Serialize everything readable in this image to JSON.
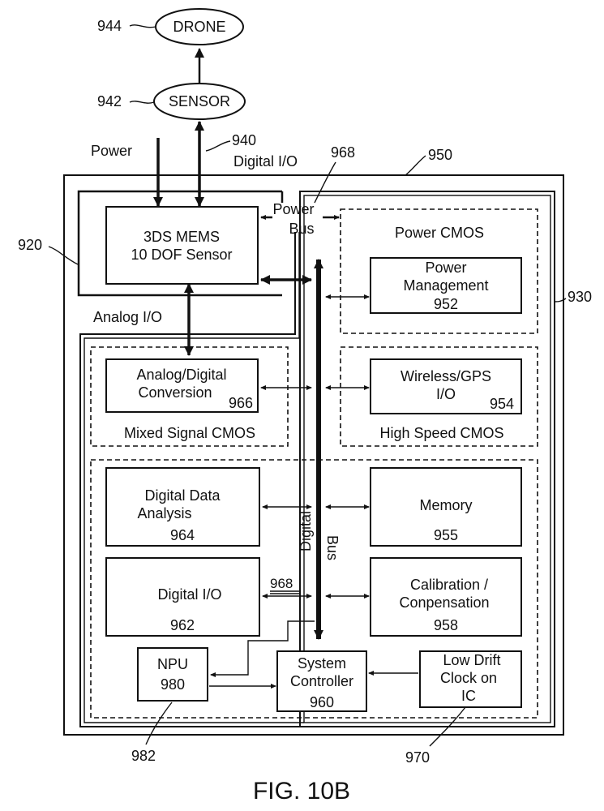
{
  "nodes": {
    "drone": {
      "label": "DRONE",
      "ref": "944"
    },
    "sensor": {
      "label": "SENSOR",
      "ref": "942"
    }
  },
  "labels": {
    "power": "Power",
    "ref_940": "940",
    "digital_io_top": "Digital I/O",
    "ref_968_top": "968",
    "ref_950": "950",
    "power_bus": [
      "Power",
      "Bus"
    ],
    "ref_920": "920",
    "ref_930": "930",
    "analog_io": "Analog I/O",
    "digital_bus": [
      "Digital",
      "Bus"
    ],
    "ref_982": "982",
    "ref_970": "970"
  },
  "blocks": {
    "mems": {
      "lines": [
        "3DS MEMS",
        "10 DOF Sensor"
      ]
    },
    "power_cmos": {
      "label": "Power CMOS"
    },
    "power_mgmt": {
      "lines": [
        "Power",
        "Management"
      ],
      "ref": "952"
    },
    "adc": {
      "lines": [
        "Analog/Digital",
        "Conversion"
      ],
      "ref": "966"
    },
    "mixed_signal": {
      "label": "Mixed Signal CMOS"
    },
    "wireless": {
      "lines": [
        "Wireless/GPS",
        "I/O"
      ],
      "ref": "954"
    },
    "high_speed": {
      "label": "High Speed CMOS"
    },
    "dda": {
      "lines": [
        "Digital Data",
        "Analysis"
      ],
      "ref": "964"
    },
    "memory": {
      "label": "Memory",
      "ref": "955"
    },
    "digital_io": {
      "label": "Digital I/O",
      "ref": "962",
      "bus_ref": "968"
    },
    "calibration": {
      "lines": [
        "Calibration /",
        "Conpensation"
      ],
      "ref": "958"
    },
    "npu": {
      "label": "NPU",
      "ref": "980"
    },
    "sys_ctrl": {
      "lines": [
        "System",
        "Controller"
      ],
      "ref": "960"
    },
    "clock": {
      "lines": [
        "Low Drift",
        "Clock on",
        "IC"
      ]
    }
  },
  "caption": "FIG. 10B"
}
